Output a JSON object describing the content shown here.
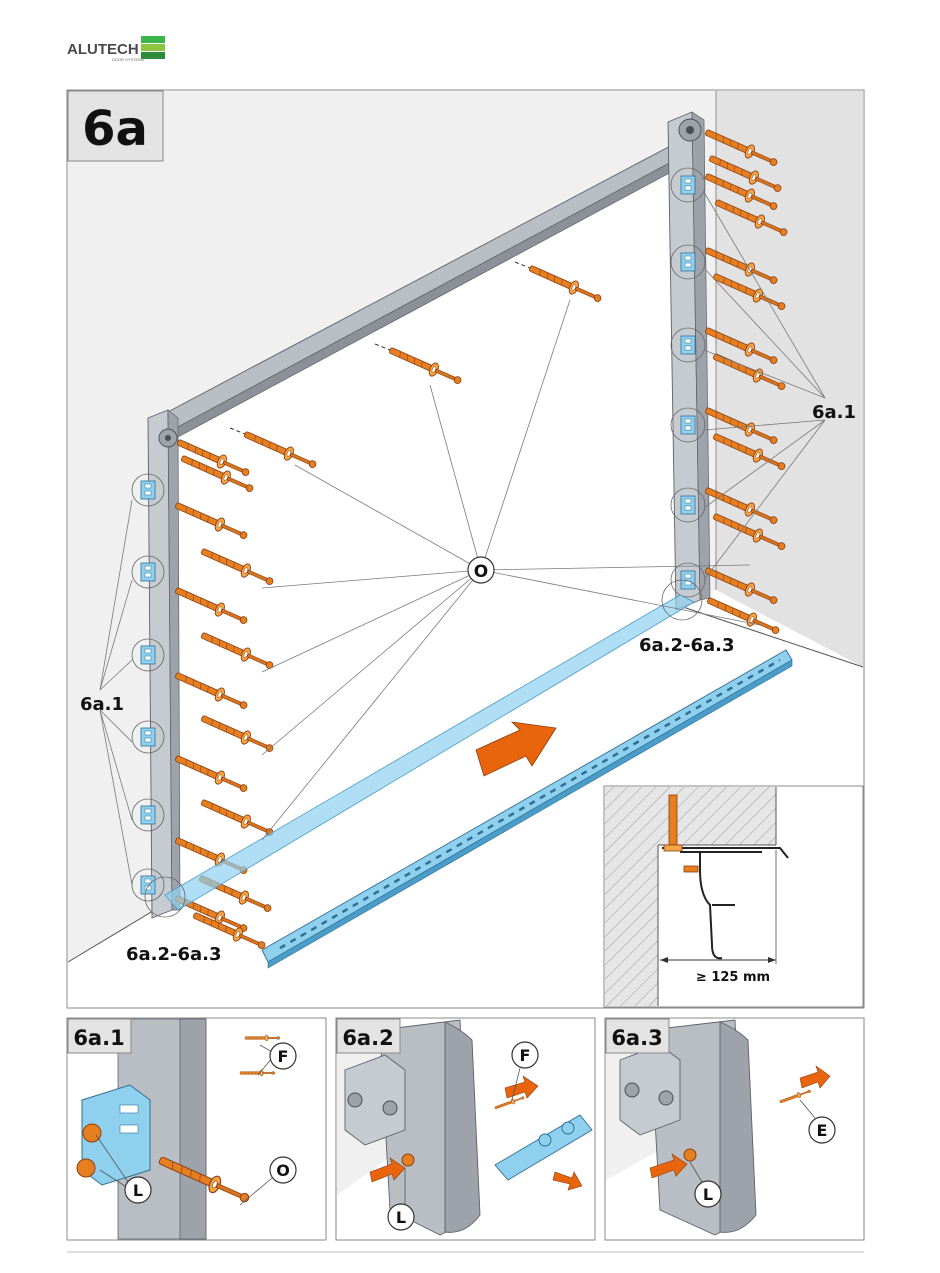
{
  "brand": {
    "name": "ALUTECH",
    "sub": "DOOR SYSTEMS",
    "colors": {
      "green_top": "#3bb54a",
      "green_mid": "#8cc63f",
      "green_bottom": "#2e8b3a"
    }
  },
  "main_panel": {
    "step_label": "6a",
    "callouts": {
      "bracket_left": "6a.1",
      "bracket_right": "6a.1",
      "bottom_left": "6a.2-6a.3",
      "bottom_right": "6a.2-6a.3",
      "center": "O"
    }
  },
  "detail_inset": {
    "dimension_label": "≥ 125 mm"
  },
  "sub_panels": [
    {
      "label": "6a.1",
      "refs": [
        "F",
        "L",
        "O"
      ]
    },
    {
      "label": "6a.2",
      "refs": [
        "F",
        "L"
      ]
    },
    {
      "label": "6a.3",
      "refs": [
        "L",
        "E"
      ]
    }
  ],
  "colors": {
    "anchor": "#e67e22",
    "anchor_dark": "#b5561a",
    "washer": "#f5a545",
    "rail_blue": "#8fd0ef",
    "rail_blue_dark": "#4a9cc9",
    "steel": "#b9bdc4",
    "steel_dark": "#7a7e86",
    "wall": "#e3e3e3",
    "arrow": "#e8650d"
  }
}
